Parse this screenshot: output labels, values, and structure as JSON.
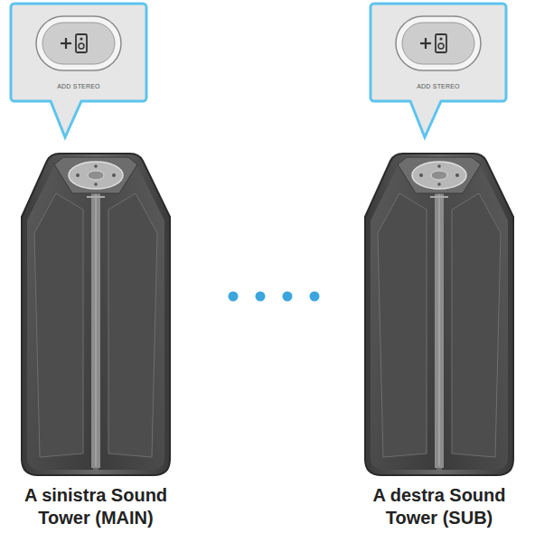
{
  "diagram": {
    "nodes": [
      {
        "text": [
          "ADD STEREO"
        ]
      },
      {
        "text": [
          "ADD STEREO"
        ]
      }
    ],
    "labels": [
      "A sinistra Sound Tower (MAIN)",
      "A destra Sound Tower (SUB)"
    ]
  }
}
